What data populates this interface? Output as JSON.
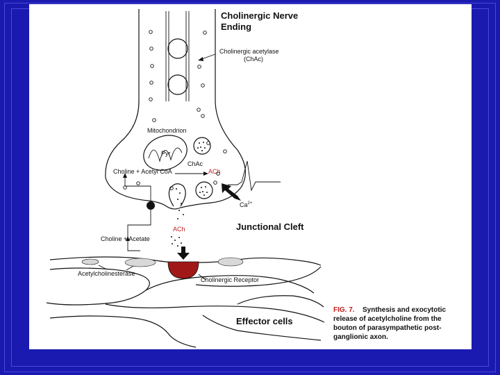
{
  "figure": {
    "title_line1": "Cholinergic Nerve",
    "title_line2": "Ending",
    "labels": {
      "chac_full_line1": "Cholinergic acetylase",
      "chac_full_line2": "(ChAc)",
      "mitochondrion": "Mitochondrion",
      "pyr": "Pyr",
      "chac": "ChAc",
      "choline_acetylcoa": "Choline + Acetyl CoA",
      "ach_vesicle": "ACh",
      "calcium_base": "Ca",
      "calcium_sup": "2+",
      "junctional_cleft": "Junctional Cleft",
      "ach_cleft": "ACh",
      "choline_acetate": "Choline + Acetate",
      "acetylcholinesterase": "Acetylcholinesterase",
      "cholinergic_receptor": "Cholinergic Receptor",
      "effector_cells": "Effector cells"
    },
    "caption": {
      "fig_label": "FIG. 7.",
      "line1": "Synthesis and exocytotic",
      "line2": "release of acetylcholine from the",
      "line3": "bouton of parasympathetic post-",
      "line4": "ganglionic axon."
    },
    "colors": {
      "background": "#1a1ab0",
      "ach_text": "#c0201c",
      "receptor": "#a01818"
    }
  }
}
